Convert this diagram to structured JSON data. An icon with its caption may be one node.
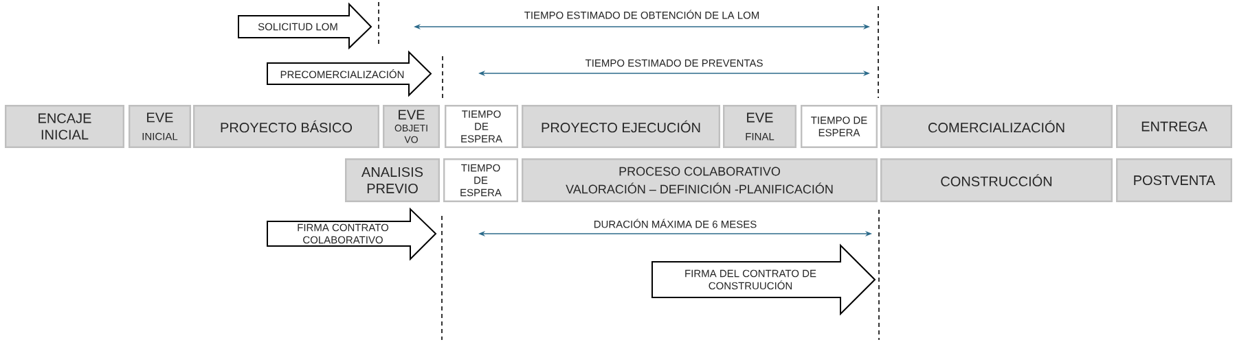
{
  "diagram": {
    "nodes": [
      {
        "text": [
          "SOLICITUD LOM"
        ]
      },
      {
        "text": [
          "PRECOMERCIALIZACIÓN"
        ]
      },
      {
        "text": [
          "ENCAJE INICIAL"
        ]
      },
      {
        "text": [
          "EVE",
          "INICIAL"
        ]
      },
      {
        "text": [
          "PROYECTO BÁSICO"
        ]
      },
      {
        "text": [
          "EVE",
          "OBJETI VO"
        ]
      },
      {
        "text": [
          "TIEMPO DE ESPERA"
        ]
      },
      {
        "text": [
          "PROYECTO EJECUCIÓN"
        ]
      },
      {
        "text": [
          "EVE",
          "FINAL"
        ]
      },
      {
        "text": [
          "TIEMPO DE ESPERA"
        ]
      },
      {
        "text": [
          "COMERCIALIZACIÓN"
        ]
      },
      {
        "text": [
          "ENTREGA"
        ]
      },
      {
        "text": [
          "ANALISIS PREVIO"
        ]
      },
      {
        "text": [
          "TIEMPO DE ESPERA"
        ]
      },
      {
        "text": [
          "PROCESO COLABORATIVO",
          "VALORACIÓN – DEFINICIÓN -PLANIFICACIÓN"
        ]
      },
      {
        "text": [
          "CONSTRUCCIÓN"
        ]
      },
      {
        "text": [
          "POSTVENTA"
        ]
      },
      {
        "text": [
          "FIRMA CONTRATO COLABORATIVO"
        ]
      },
      {
        "text": [
          "FIRMA DEL CONTRATO DE CONSTRUUCIÓN"
        ]
      }
    ],
    "labels": [
      "TIEMPO ESTIMADO DE OBTENCIÓN DE LA LOM",
      "TIEMPO ESTIMADO DE PREVENTAS",
      "DURACIÓN MÁXIMA DE 6 MESES"
    ]
  }
}
